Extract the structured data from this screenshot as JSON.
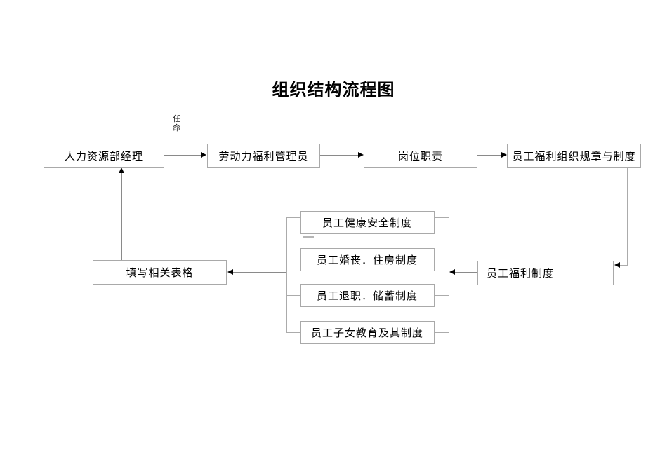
{
  "title": "组织结构流程图",
  "annotation": {
    "label": "任\n命",
    "meaning": "任命"
  },
  "nodes": {
    "hr_manager": {
      "label": "人力资源部经理"
    },
    "welfare_admin": {
      "label": "劳动力福利管理员"
    },
    "job_duties": {
      "label": "岗位职责"
    },
    "org_rules": {
      "label": "员工福利组织规章与制度"
    },
    "health_safety": {
      "label": "员工健康安全制度"
    },
    "marriage_housing": {
      "label": "员工婚丧．住房制度"
    },
    "retirement_savings": {
      "label": "员工退职．储蓄制度"
    },
    "children_education": {
      "label": "员工子女教育及其制度"
    },
    "welfare_system": {
      "label": "员工福利制度"
    },
    "fill_forms": {
      "label": "填写相关表格"
    }
  },
  "colors": {
    "background": "#ffffff",
    "box_border": "#a9a9a9",
    "connector_line": "#8a8a8a",
    "arrowhead": "#000000",
    "text": "#000000"
  }
}
